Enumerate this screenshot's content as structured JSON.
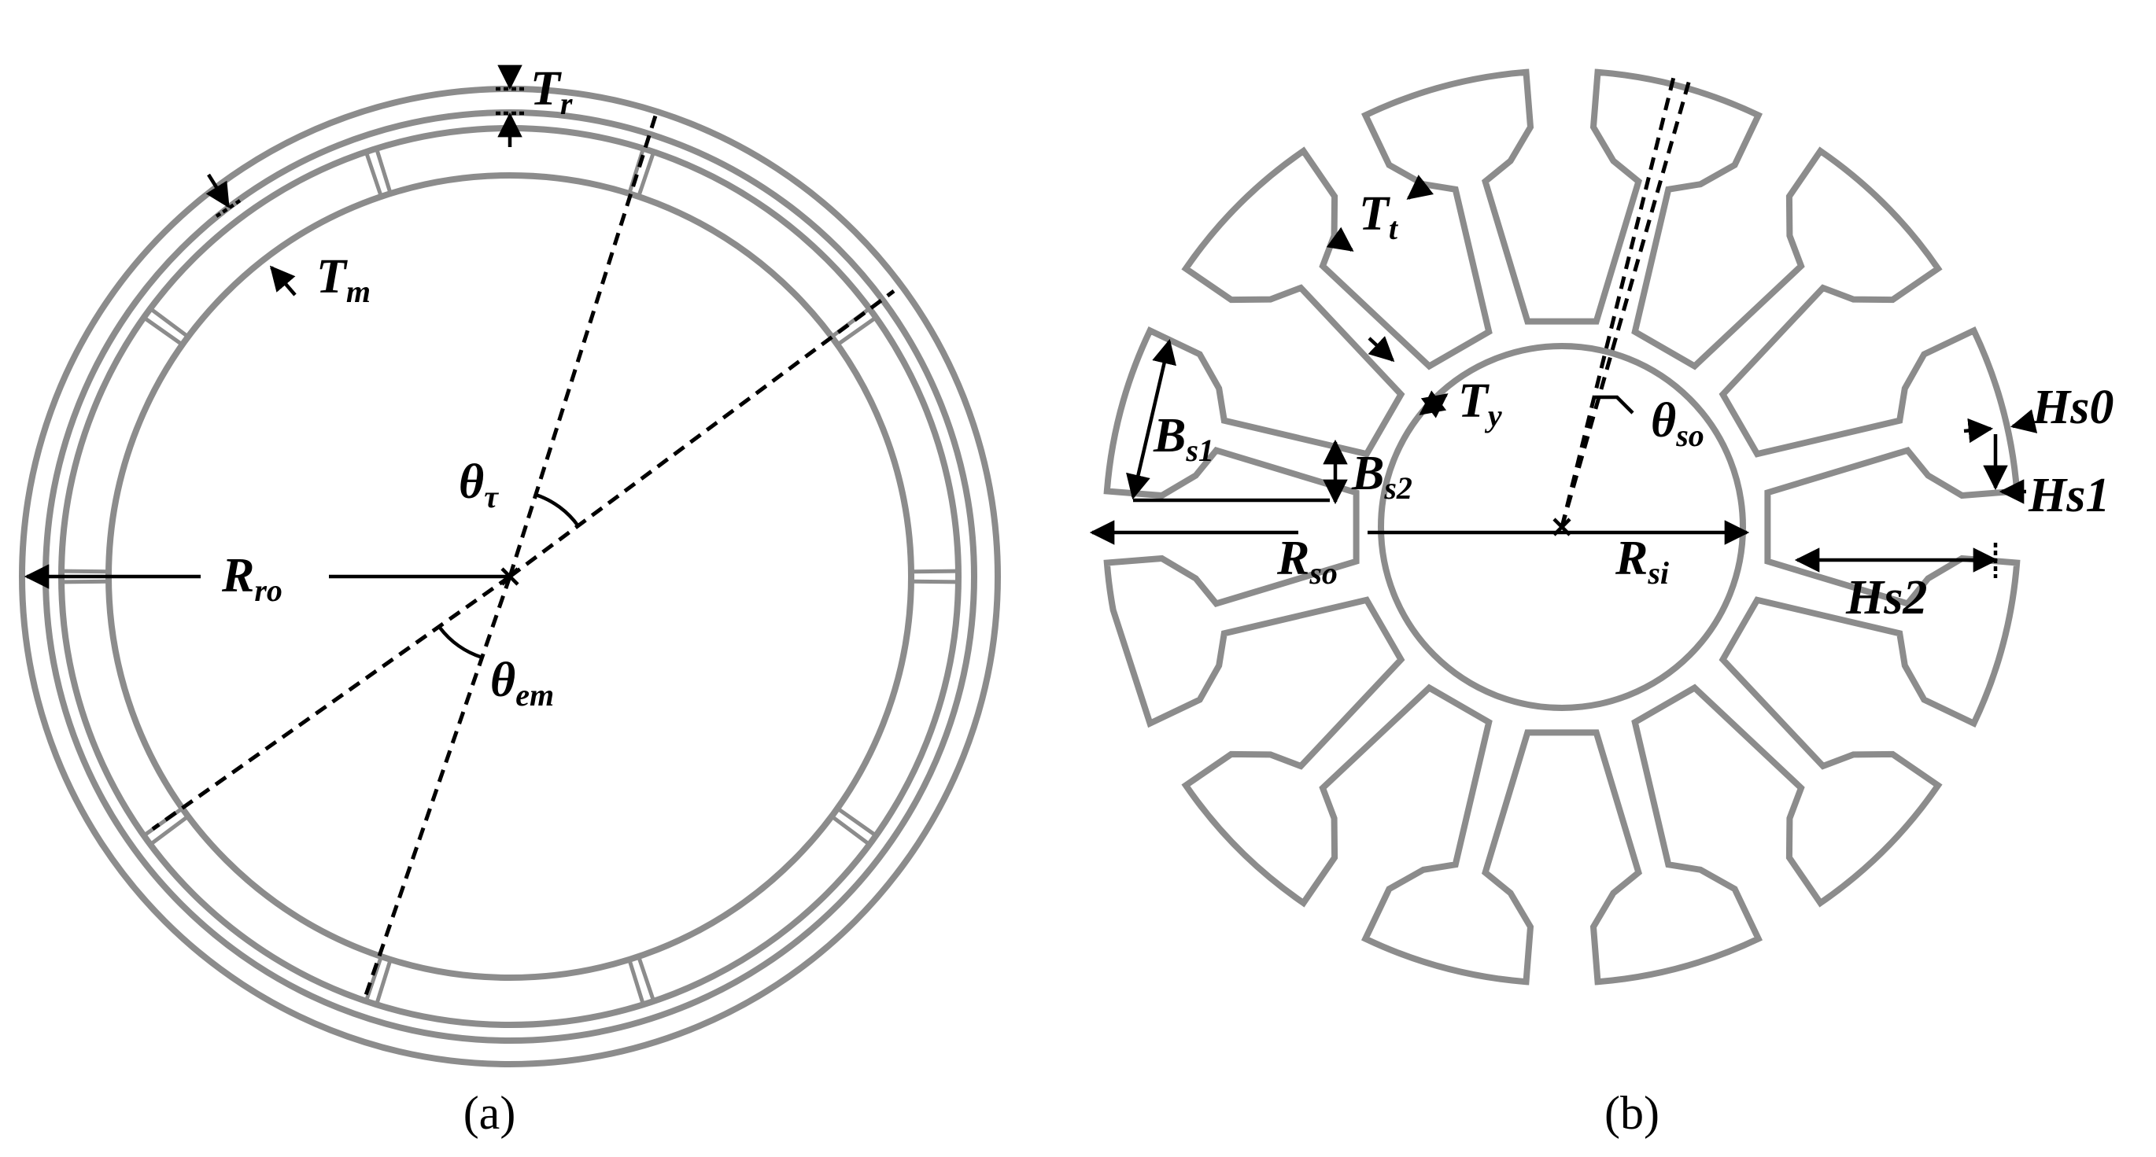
{
  "diagram_a": {
    "caption": "(a)",
    "labels": {
      "Tr": {
        "main": "T",
        "sub": "r"
      },
      "Tm": {
        "main": "T",
        "sub": "m"
      },
      "Rro": {
        "main": "R",
        "sub": "ro"
      },
      "theta_tau": {
        "main": "θ",
        "sub": "τ"
      },
      "theta_em": {
        "main": "θ",
        "sub": "em"
      }
    },
    "magnet_count": 10,
    "colors": {
      "outline": "#8c8c8c",
      "annotation": "#000000"
    }
  },
  "diagram_b": {
    "caption": "(b)",
    "labels": {
      "Tt": {
        "main": "T",
        "sub": "t"
      },
      "Ty": {
        "main": "T",
        "sub": "y"
      },
      "Bs1": {
        "main": "B",
        "sub": "s1"
      },
      "Bs2": {
        "main": "B",
        "sub": "s2"
      },
      "Rso": {
        "main": "R",
        "sub": "so"
      },
      "Rsi": {
        "main": "R",
        "sub": "si"
      },
      "theta_so": {
        "main": "θ",
        "sub": "so"
      },
      "Hs0": {
        "main": "Hs0",
        "sub": ""
      },
      "Hs1": {
        "main": "Hs1",
        "sub": ""
      },
      "Hs2": {
        "main": "Hs2",
        "sub": ""
      }
    },
    "slot_count": 12,
    "colors": {
      "outline": "#8c8c8c",
      "annotation": "#000000"
    }
  }
}
